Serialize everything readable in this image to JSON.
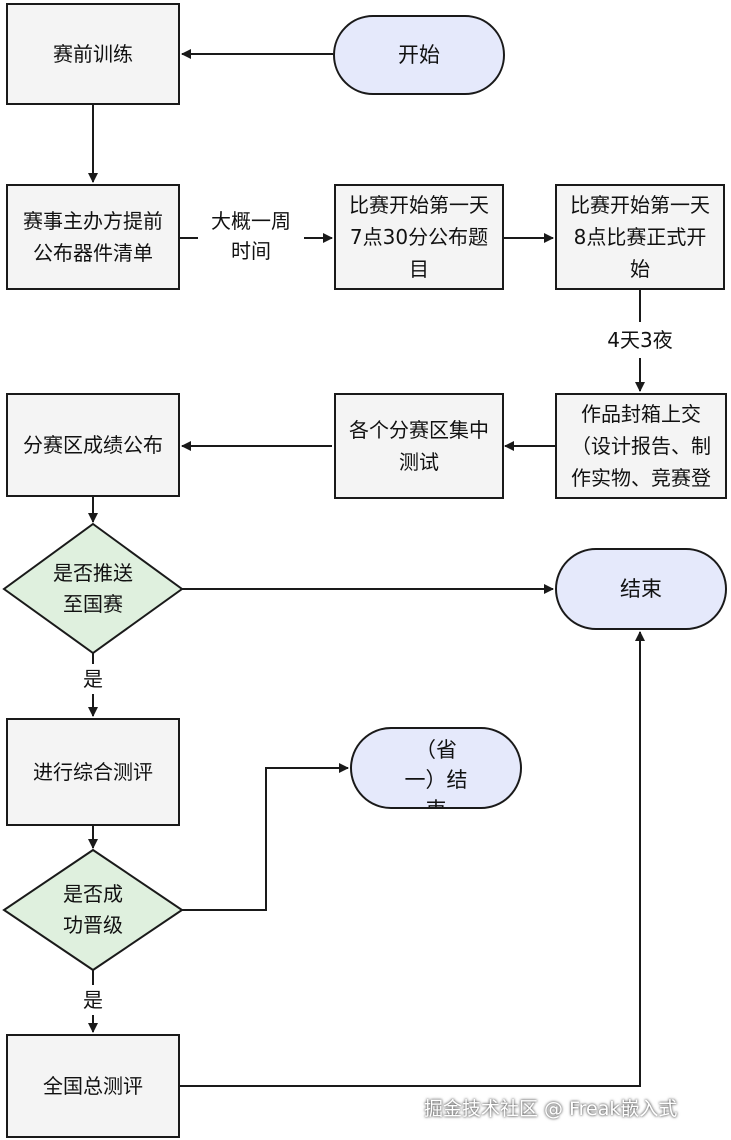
{
  "diagram": {
    "nodes": {
      "start": "开始",
      "pretrain": "赛前训练",
      "publish_list": "赛事主办方提前\n公布器件清单",
      "publish_topic": "比赛开始第一天\n7点30分公布题\n目",
      "contest_start": "比赛开始第一天\n8点比赛正式开\n始",
      "submit": "作品封箱上交\n（设计报告、制\n作实物、竞赛登",
      "regional_test": "各个分赛区集中\n测试",
      "regional_result": "分赛区成绩公布",
      "decision_national": "是否推送\n至国赛",
      "end": "结束",
      "comprehensive_eval": "进行综合测评",
      "provincial_end": "（省\n一）结\n束",
      "decision_promote": "是否成\n功晋级",
      "national_eval": "全国总测评"
    },
    "edge_labels": {
      "about_week": "大概一周\n时间",
      "four_days": "4天3夜",
      "yes_1": "是",
      "yes_2": "是"
    }
  },
  "watermark": "掘金技术社区 @ Freak嵌入式",
  "colors": {
    "box_fill": "#f4f4f4",
    "terminal_fill": "#e5e9fb",
    "decision_fill": "#dff0de",
    "line": "#1a1a1a"
  }
}
